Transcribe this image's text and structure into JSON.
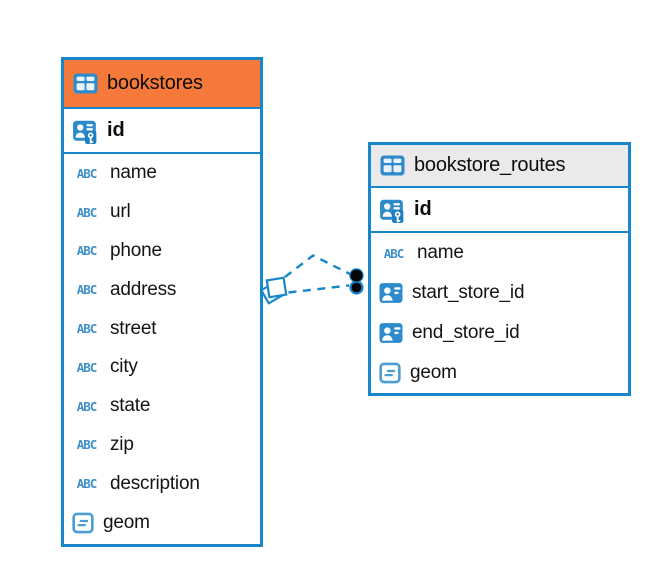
{
  "diagram": {
    "type_icon_labels": {
      "text": "ABC"
    },
    "colors": {
      "accent_blue": "#1787C9",
      "icon_blue": "#2D8BCB",
      "abc_blue": "#3F90CA",
      "geom_blue": "#4E9CD4",
      "selected_header_orange": "#F5793B",
      "header_gray": "#EAEAEA",
      "text": "#0d0d0d",
      "canvas_bg": "#ffffff"
    },
    "tables": [
      {
        "name": "bookstores",
        "header": {
          "label": "bookstores",
          "style": "selected-orange"
        },
        "primary_key": {
          "label": "id"
        },
        "fields": [
          {
            "label": "name",
            "type": "text"
          },
          {
            "label": "url",
            "type": "text"
          },
          {
            "label": "phone",
            "type": "text"
          },
          {
            "label": "address",
            "type": "text"
          },
          {
            "label": "street",
            "type": "text"
          },
          {
            "label": "city",
            "type": "text"
          },
          {
            "label": "state",
            "type": "text"
          },
          {
            "label": "zip",
            "type": "text"
          },
          {
            "label": "description",
            "type": "text"
          },
          {
            "label": "geom",
            "type": "geometry"
          }
        ]
      },
      {
        "name": "bookstore_routes",
        "header": {
          "label": "bookstore_routes",
          "style": "gray"
        },
        "primary_key": {
          "label": "id"
        },
        "fields": [
          {
            "label": "name",
            "type": "text"
          },
          {
            "label": "start_store_id",
            "type": "reference"
          },
          {
            "label": "end_store_id",
            "type": "reference"
          },
          {
            "label": "geom",
            "type": "geometry"
          }
        ]
      }
    ],
    "relation": {
      "line_style": "dashed",
      "source_marker": "overlapping-diamonds",
      "target_marker": "two-filled-dots"
    }
  }
}
